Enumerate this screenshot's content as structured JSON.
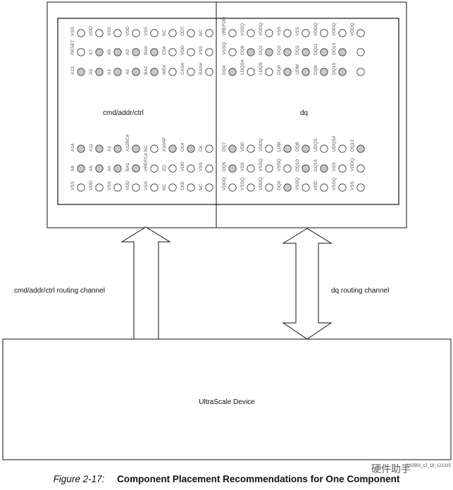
{
  "regions": {
    "left": "cmd/addr/ctrl",
    "right": "dq"
  },
  "channels": {
    "left": "cmd/addr/ctrl routing channel",
    "right": "dq routing channel"
  },
  "device": "UltraScale Device",
  "figure_id": "UG583_c2_18_121315",
  "caption": {
    "number": "Figure 2-17:",
    "title": "Component Placement Recommendations for One Component"
  },
  "watermark": "硬件助手",
  "pins": {
    "top": {
      "left_cols": [
        [
          "VSS",
          "RESET",
          "A13"
        ],
        [
          "VDD",
          "A7",
          "A9"
        ],
        [
          "VSS",
          "A5",
          "A1"
        ],
        [
          "VDD",
          "A3",
          "A0"
        ],
        [
          "VSS",
          "BA0",
          "BA2"
        ],
        [
          "NC",
          "CS#",
          "WE#"
        ],
        [
          "ODT",
          "VDD",
          "CAS#"
        ],
        [
          "NC",
          "VSS",
          "RAS#"
        ]
      ],
      "right_cols": [
        [
          "VREFDQ",
          "VSSQ",
          "DQ4"
        ],
        [
          "VSSQ",
          "DQ6",
          "LDQS#"
        ],
        [
          "VDDQ",
          "DQ2",
          "LDQS"
        ],
        [
          "VSS",
          "DQ2",
          "DQ0"
        ],
        [
          "VSS",
          "DQ2",
          "UDM"
        ],
        [
          "VDDQ",
          "DQ11",
          "DQ9"
        ],
        [
          "VDDQ",
          "DQ13",
          "DQ15"
        ],
        [
          "VDDQ",
          "",
          ""
        ]
      ]
    },
    "bottom": {
      "left_cols": [
        [
          "A14",
          "A8",
          "VSS"
        ],
        [
          "A11",
          "A6",
          "VDD"
        ],
        [
          "A1",
          "A4",
          "VSS"
        ],
        [
          "A12BC#",
          "BA1",
          "VDD"
        ],
        [
          "NC",
          "VREFCA",
          "VSS"
        ],
        [
          "A10AP",
          "ZQ",
          "NC"
        ],
        [
          "CK#",
          "VDD",
          "CKE"
        ],
        [
          "CK",
          "VSS",
          "NC"
        ]
      ],
      "right_cols": [
        [
          "DQ7",
          "DQ5",
          "VDDQ"
        ],
        [
          "VDD",
          "VSS",
          "VSSQ"
        ],
        [
          "VDDQ",
          "VSSQ",
          "VDDQ"
        ],
        [
          "LDM",
          "VSSQ",
          "DQ0"
        ],
        [
          "DQ8",
          "DQ10",
          "VSSQ"
        ],
        [
          "UDQS",
          "DQ14",
          "VDD"
        ],
        [
          "UDQS#",
          "VSS",
          "VSSQ"
        ],
        [
          "DQ12",
          "VDDQ",
          "VSS"
        ]
      ]
    }
  },
  "colors": {
    "line": "#111111",
    "pin_fill_filled": "#c8c8c8",
    "pin_fill_empty": "#ffffff",
    "pin_stroke": "#333333"
  }
}
